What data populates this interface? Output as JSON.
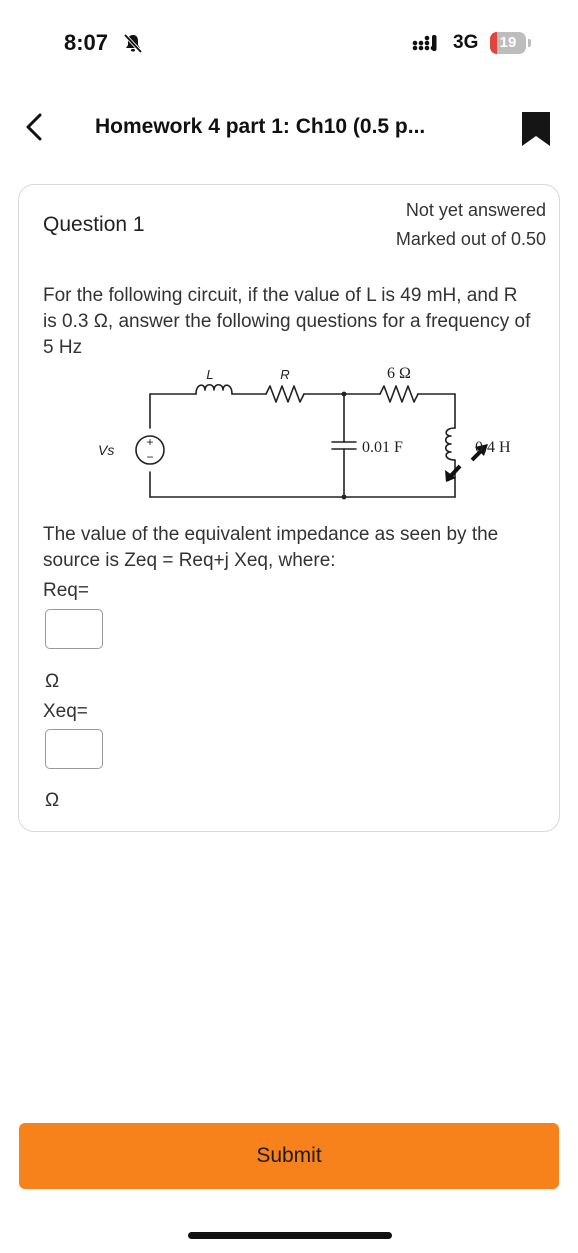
{
  "status_bar": {
    "time": "8:07",
    "network": "3G",
    "battery_level": 19,
    "battery_label": "19"
  },
  "nav": {
    "title": "Homework 4 part 1: Ch10 (0.5 p..."
  },
  "question": {
    "number_label": "Question 1",
    "state": "Not yet answered",
    "grade": "Marked out of 0.50",
    "text": "For the following circuit, if the value of L is 49 mH, and R is 0.3 Ω, answer the following questions for a frequency of 5 Hz",
    "circuit": {
      "inductor_label": "L",
      "resistor_label": "R",
      "resistor2_value": "6 Ω",
      "capacitor_value": "0.01 F",
      "inductor2_value": "0.4 H",
      "source_label": "Vs",
      "plus_sign": "+",
      "minus_sign": "−"
    },
    "prompt": "The value of the equivalent impedance as seen by the source is Zeq = Req+j Xeq,  where:",
    "req_label": "Req=",
    "req_value": "",
    "req_unit": "Ω",
    "xeq_label": "Xeq=",
    "xeq_value": "",
    "xeq_unit": "Ω"
  },
  "actions": {
    "submit_label": "Submit"
  },
  "colors": {
    "accent": "#f7821b",
    "battery_low": "#e0463e"
  }
}
